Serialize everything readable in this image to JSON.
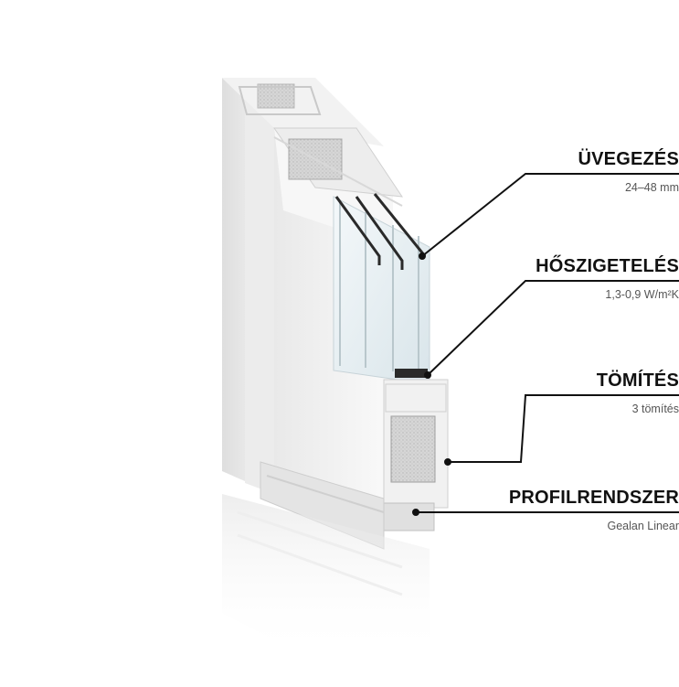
{
  "callouts": [
    {
      "id": "glazing",
      "title": "ÜVEGEZÉS",
      "subtitle": "24–48 mm"
    },
    {
      "id": "insulation",
      "title": "HŐSZIGETELÉS",
      "subtitle": "1,3-0,9 W/m²K"
    },
    {
      "id": "seal",
      "title": "TÖMÍTÉS",
      "subtitle": "3 tömítés"
    },
    {
      "id": "profile",
      "title": "PROFILRENDSZER",
      "subtitle": "Gealan Linear"
    }
  ],
  "colors": {
    "accent_line": "#111111",
    "pvc": "#f3f3f3",
    "pvc_shadow": "#d8d8d8",
    "glass": "#e6eef2",
    "gasket": "#2a2a2a"
  },
  "illustration": "window-profile-cross-section"
}
